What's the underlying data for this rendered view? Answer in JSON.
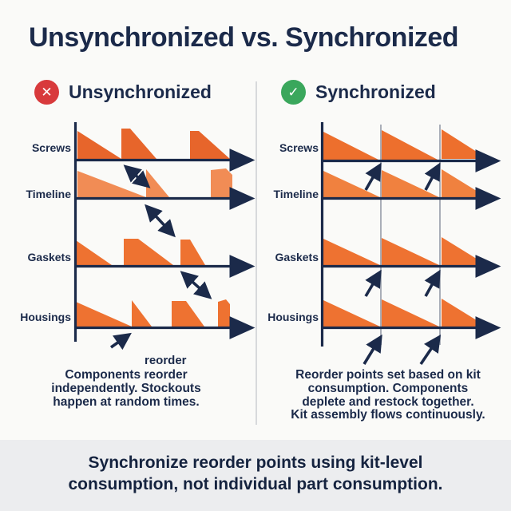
{
  "title": "Unsynchronized vs. Synchronized",
  "panels": {
    "left": {
      "heading": "Unsynchronized",
      "status_icon": "x-circle",
      "status_glyph": "✕",
      "rows": [
        "Screws",
        "Timeline",
        "Gaskets",
        "Housings"
      ],
      "annotation": "reorder",
      "caption_lines": [
        "Components reorder",
        "independently. Stockouts",
        "happen at random times."
      ]
    },
    "right": {
      "heading": "Synchronized",
      "status_icon": "check-circle",
      "status_glyph": "✓",
      "rows": [
        "Screws",
        "Timeline",
        "Gaskets",
        "Housings"
      ],
      "caption_lines": [
        "Reorder points set based on kit",
        "consumption. Components",
        "deplete and restock together.",
        "Kit assembly flows continuously."
      ]
    }
  },
  "footer_lines": [
    "Synchronize reorder points using kit-level",
    "consumption, not individual part consumption."
  ],
  "colors": {
    "navy": "#1b2a4a",
    "orangeDark": "#e7652b",
    "orangeLight": "#f18c55",
    "orangeMid": "#ee7231",
    "orangeRight": "#ed6f2d",
    "orangeRightLight": "#f0813f",
    "guide": "#a9aeb8",
    "divider": "#d7d9dc",
    "bannerBg": "#ecedef",
    "pageBg": "#fafaf8",
    "red": "#d83a3c",
    "green": "#3aa75c"
  }
}
